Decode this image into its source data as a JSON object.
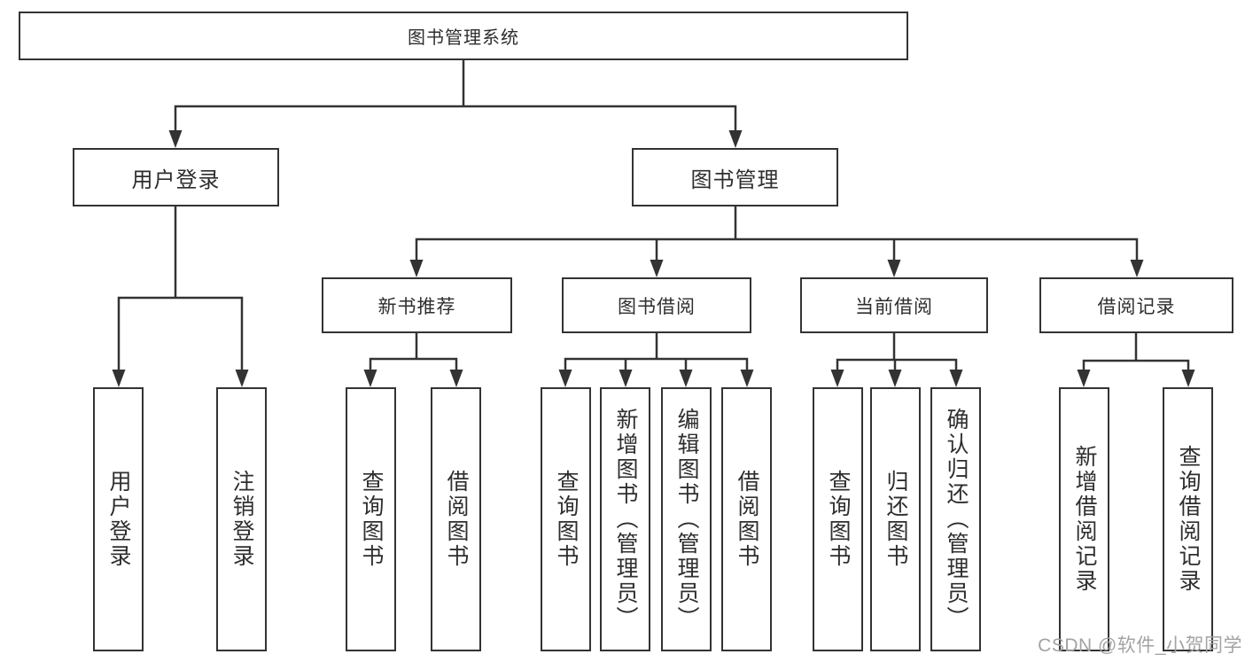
{
  "diagram": {
    "tree": {
      "root": {
        "label": "图书管理系统"
      },
      "level2": [
        {
          "label": "用户登录",
          "children": [
            "用户登录",
            "注销登录"
          ]
        },
        {
          "label": "图书管理",
          "children": [
            {
              "label": "新书推荐",
              "children": [
                "查询图书",
                "借阅图书"
              ]
            },
            {
              "label": "图书借阅",
              "children": [
                "查询图书",
                "新增图书（管理员）",
                "编辑图书（管理员）",
                "借阅图书"
              ]
            },
            {
              "label": "当前借阅",
              "children": [
                "查询图书",
                "归还图书",
                "确认归还（管理员）"
              ]
            },
            {
              "label": "借阅记录",
              "children": [
                "新增借阅记录",
                "查询借阅记录"
              ]
            }
          ]
        }
      ]
    },
    "line_color": "#333333"
  },
  "watermark": {
    "text": "CSDN @软件_小贺同学"
  }
}
